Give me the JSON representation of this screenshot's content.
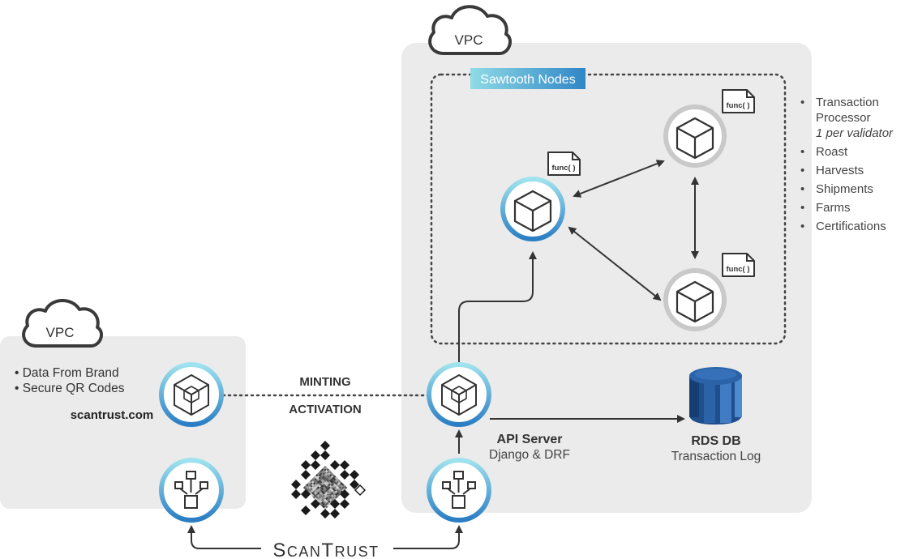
{
  "left_vpc": {
    "cloud_label": "VPC",
    "bullets": [
      "Data From Brand",
      "Secure QR Codes"
    ],
    "site_label": "scantrust.com"
  },
  "right_vpc": {
    "cloud_label": "VPC",
    "sawtooth_label": "Sawtooth Nodes",
    "func_label": "func( )"
  },
  "connection": {
    "minting": "MINTING",
    "activation": "ACTIVATION"
  },
  "api_server": {
    "title": "API Server",
    "subtitle": "Django & DRF"
  },
  "rds": {
    "title": "RDS DB",
    "subtitle": "Transaction Log"
  },
  "legend": {
    "items": [
      {
        "text": "Transaction Processor",
        "note": "1 per validator"
      },
      {
        "text": "Roast"
      },
      {
        "text": "Harvests"
      },
      {
        "text": "Shipments"
      },
      {
        "text": "Farms"
      },
      {
        "text": "Certifications"
      }
    ],
    "tp_line1": "Transaction",
    "tp_line2": "Processor"
  },
  "brand": {
    "logo_text": "ScanTrust"
  },
  "colors": {
    "accent_blue": "#2e84c8",
    "accent_cyan": "#86d8e6",
    "panel_gray": "#ebebeb",
    "node_gray": "#c9c9c9",
    "db_blue_dark": "#1f4e8c",
    "db_blue_light": "#3f7cc4"
  }
}
